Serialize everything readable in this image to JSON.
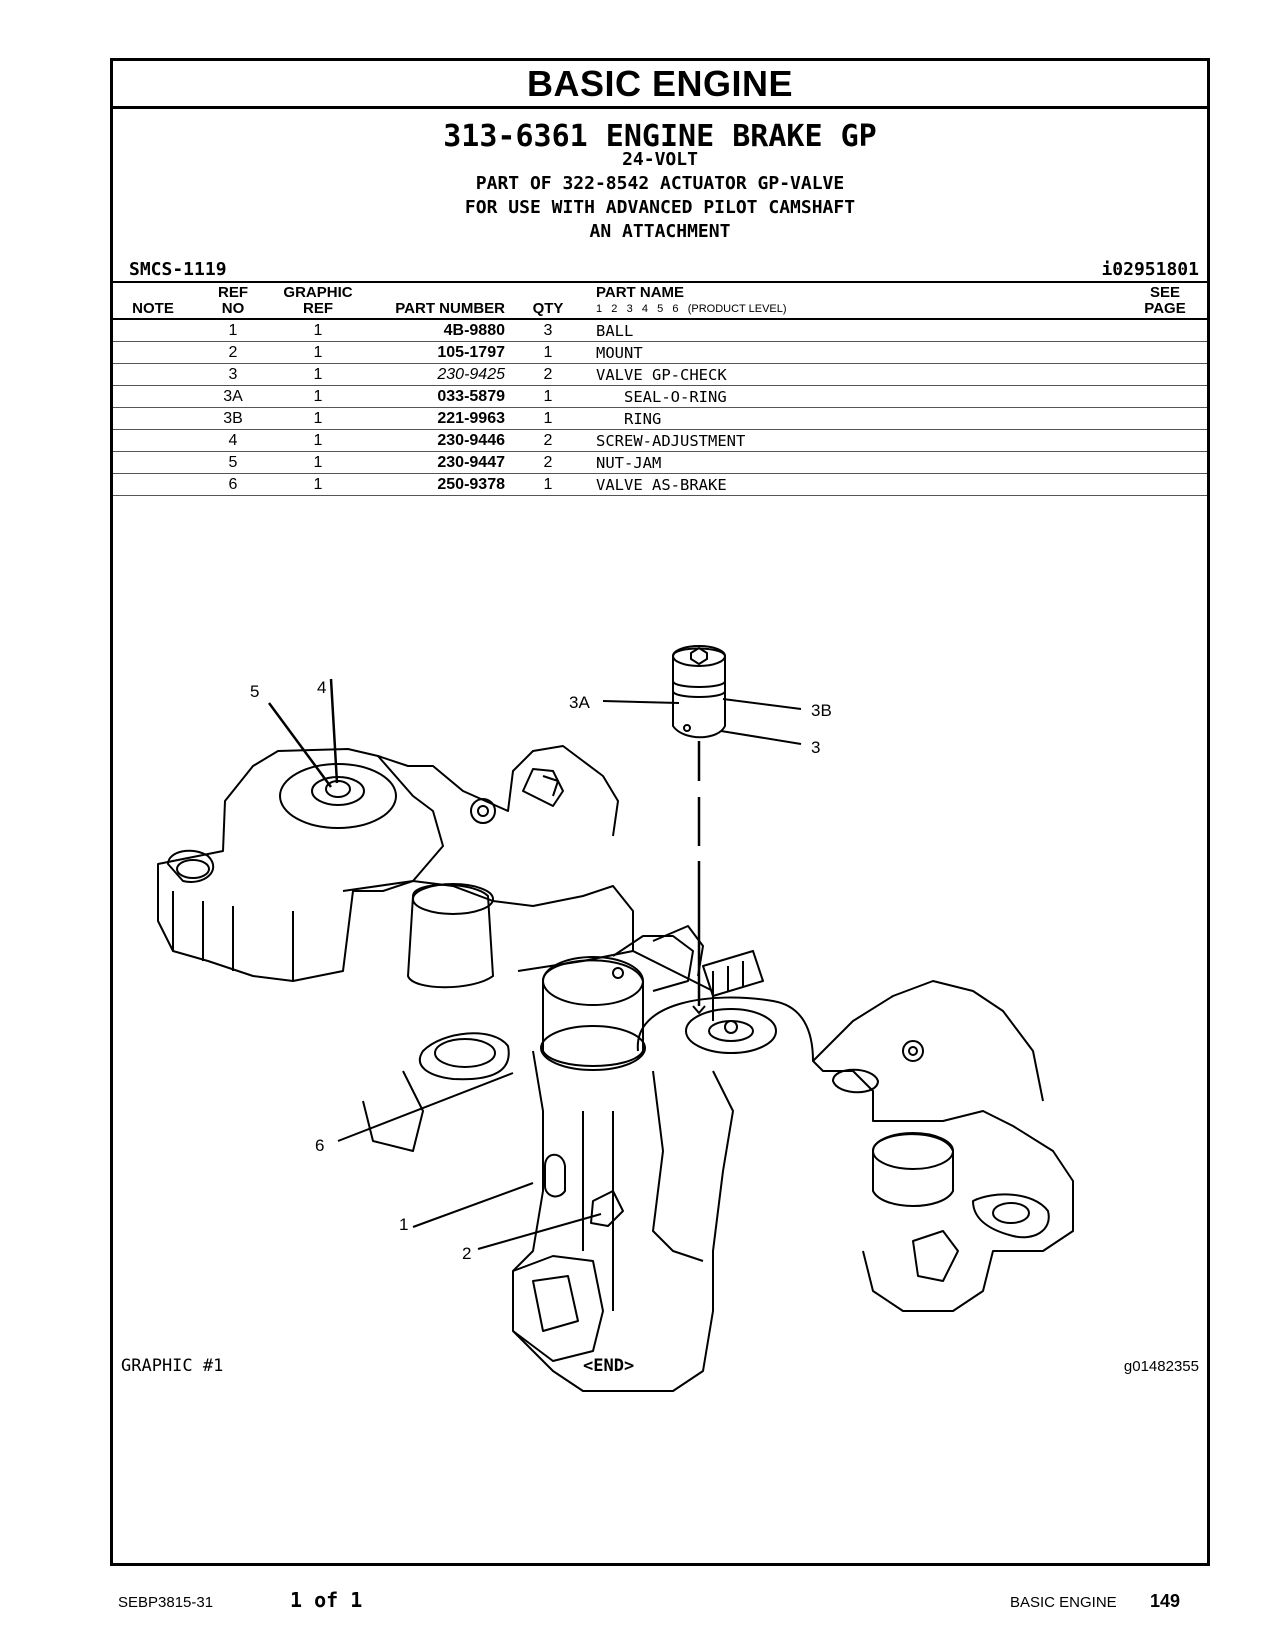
{
  "section_title": "BASIC  ENGINE",
  "group": {
    "title": "313-6361 ENGINE BRAKE GP",
    "lines": [
      "24-VOLT",
      "PART OF 322-8542 ACTUATOR GP-VALVE",
      "FOR USE WITH ADVANCED PILOT CAMSHAFT",
      "AN ATTACHMENT"
    ]
  },
  "smcs": "SMCS-1119",
  "info_id": "i02951801",
  "columns": {
    "note": "NOTE",
    "ref_1": "REF",
    "ref_2": "NO",
    "graphic_1": "GRAPHIC",
    "graphic_2": "REF",
    "part_number": "PART NUMBER",
    "qty": "QTY",
    "part_name": "PART NAME",
    "levels": "1   2   3   4   5   6   (PRODUCT LEVEL)",
    "see_1": "SEE",
    "see_2": "PAGE"
  },
  "rows": [
    {
      "ref": "1",
      "graphic": "1",
      "part_number": "4B-9880",
      "qty": "3",
      "name": "BALL",
      "italic": false
    },
    {
      "ref": "2",
      "graphic": "1",
      "part_number": "105-1797",
      "qty": "1",
      "name": "MOUNT",
      "italic": false
    },
    {
      "ref": "3",
      "graphic": "1",
      "part_number": "230-9425",
      "qty": "2",
      "name": "VALVE GP-CHECK",
      "italic": true
    },
    {
      "ref": "3A",
      "graphic": "1",
      "part_number": "033-5879",
      "qty": "1",
      "name": "   SEAL-O-RING",
      "italic": false
    },
    {
      "ref": "3B",
      "graphic": "1",
      "part_number": "221-9963",
      "qty": "1",
      "name": "   RING",
      "italic": false
    },
    {
      "ref": "4",
      "graphic": "1",
      "part_number": "230-9446",
      "qty": "2",
      "name": "SCREW-ADJUSTMENT",
      "italic": false
    },
    {
      "ref": "5",
      "graphic": "1",
      "part_number": "230-9447",
      "qty": "2",
      "name": "NUT-JAM",
      "italic": false
    },
    {
      "ref": "6",
      "graphic": "1",
      "part_number": "250-9378",
      "qty": "1",
      "name": "VALVE AS-BRAKE",
      "italic": false
    }
  ],
  "callouts": {
    "c5": "5",
    "c4": "4",
    "c3a": "3A",
    "c3b": "3B",
    "c3": "3",
    "c6": "6",
    "c1": "1",
    "c2": "2"
  },
  "graphic_label": "GRAPHIC #1",
  "end_label": "<END>",
  "graphic_number": "g01482355",
  "footer": {
    "doc_id": "SEBP3815-31",
    "page_of": "1 of 1",
    "section": "BASIC ENGINE",
    "page_number": "149"
  }
}
